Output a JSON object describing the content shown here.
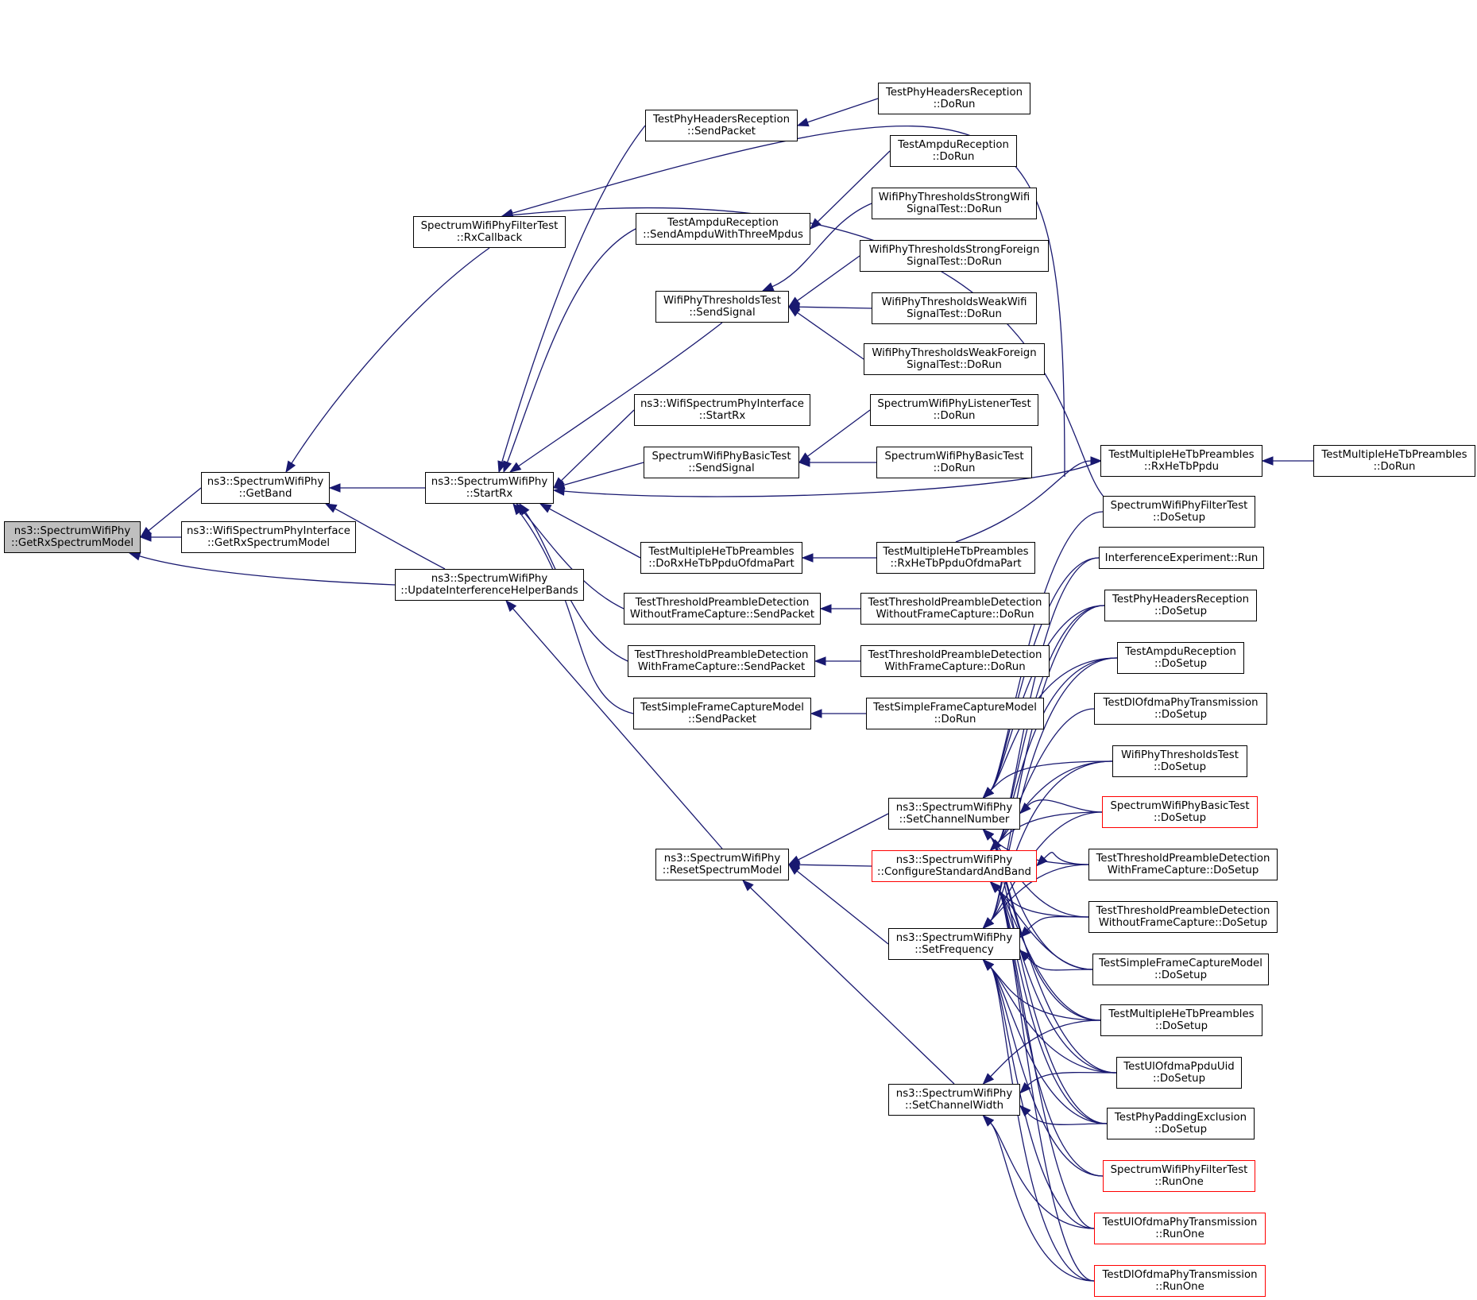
{
  "colors": {
    "edge": "#191970",
    "border": "#000000",
    "incomplete_border": "#ff0000",
    "root_fill": "#bfbfbf"
  },
  "nodes": {
    "root": {
      "lines": [
        "ns3::SpectrumWifiPhy",
        "::GetRxSpectrumModel"
      ]
    },
    "getband": {
      "lines": [
        "ns3::SpectrumWifiPhy",
        "::GetBand"
      ]
    },
    "ifgetrx": {
      "lines": [
        "ns3::WifiSpectrumPhyInterface",
        "::GetRxSpectrumModel"
      ]
    },
    "updbands": {
      "lines": [
        "ns3::SpectrumWifiPhy",
        "::UpdateInterferenceHelperBands"
      ]
    },
    "filtercb": {
      "lines": [
        "SpectrumWifiPhyFilterTest",
        "::RxCallback"
      ]
    },
    "startrx": {
      "lines": [
        "ns3::SpectrumWifiPhy",
        "::StartRx"
      ]
    },
    "resetsm": {
      "lines": [
        "ns3::SpectrumWifiPhy",
        "::ResetSpectrumModel"
      ]
    },
    "hdrsend": {
      "lines": [
        "TestPhyHeadersReception",
        "::SendPacket"
      ]
    },
    "ampdusend": {
      "lines": [
        "TestAmpduReception",
        "::SendAmpduWithThreeMpdus"
      ]
    },
    "thrsend": {
      "lines": [
        "WifiPhyThresholdsTest",
        "::SendSignal"
      ]
    },
    "ifstartrx": {
      "lines": [
        "ns3::WifiSpectrumPhyInterface",
        "::StartRx"
      ]
    },
    "basicsend": {
      "lines": [
        "SpectrumWifiPhyBasicTest",
        "::SendSignal"
      ]
    },
    "doRxHeTb": {
      "lines": [
        "TestMultipleHeTbPreambles",
        "::DoRxHeTbPpduOfdmaPart"
      ]
    },
    "tpdwo": {
      "lines": [
        "TestThresholdPreambleDetection",
        "WithoutFrameCapture::SendPacket"
      ]
    },
    "tpdw": {
      "lines": [
        "TestThresholdPreambleDetection",
        "WithFrameCapture::SendPacket"
      ]
    },
    "sfcsend": {
      "lines": [
        "TestSimpleFrameCaptureModel",
        "::SendPacket"
      ]
    },
    "hdrrun": {
      "lines": [
        "TestPhyHeadersReception",
        "::DoRun"
      ]
    },
    "ampdurun": {
      "lines": [
        "TestAmpduReception",
        "::DoRun"
      ]
    },
    "strongwifi": {
      "lines": [
        "WifiPhyThresholdsStrongWifi",
        "SignalTest::DoRun"
      ]
    },
    "strongforeign": {
      "lines": [
        "WifiPhyThresholdsStrongForeign",
        "SignalTest::DoRun"
      ]
    },
    "weakwifi": {
      "lines": [
        "WifiPhyThresholdsWeakWifi",
        "SignalTest::DoRun"
      ]
    },
    "weakforeign": {
      "lines": [
        "WifiPhyThresholdsWeakForeign",
        "SignalTest::DoRun"
      ]
    },
    "listenerrun": {
      "lines": [
        "SpectrumWifiPhyListenerTest",
        "::DoRun"
      ]
    },
    "basicrun": {
      "lines": [
        "SpectrumWifiPhyBasicTest",
        "::DoRun"
      ]
    },
    "rxHeTbOfdma": {
      "lines": [
        "TestMultipleHeTbPreambles",
        "::RxHeTbPpduOfdmaPart"
      ]
    },
    "tpdworun": {
      "lines": [
        "TestThresholdPreambleDetection",
        "WithoutFrameCapture::DoRun"
      ]
    },
    "tpdwrun": {
      "lines": [
        "TestThresholdPreambleDetection",
        "WithFrameCapture::DoRun"
      ]
    },
    "sfcrun": {
      "lines": [
        "TestSimpleFrameCaptureModel",
        "::DoRun"
      ]
    },
    "setchnum": {
      "lines": [
        "ns3::SpectrumWifiPhy",
        "::SetChannelNumber"
      ]
    },
    "configstd": {
      "lines": [
        "ns3::SpectrumWifiPhy",
        "::ConfigureStandardAndBand"
      ]
    },
    "setfreq": {
      "lines": [
        "ns3::SpectrumWifiPhy",
        "::SetFrequency"
      ]
    },
    "setchw": {
      "lines": [
        "ns3::SpectrumWifiPhy",
        "::SetChannelWidth"
      ]
    },
    "rxHeTbPpdu": {
      "lines": [
        "TestMultipleHeTbPreambles",
        "::RxHeTbPpdu"
      ]
    },
    "mhtbrun": {
      "lines": [
        "TestMultipleHeTbPreambles",
        "::DoRun"
      ]
    },
    "filtersetup": {
      "lines": [
        "SpectrumWifiPhyFilterTest",
        "::DoSetup"
      ]
    },
    "interfrun": {
      "lines": [
        "InterferenceExperiment::Run"
      ]
    },
    "hdrsetup": {
      "lines": [
        "TestPhyHeadersReception",
        "::DoSetup"
      ]
    },
    "ampdusetup": {
      "lines": [
        "TestAmpduReception",
        "::DoSetup"
      ]
    },
    "dlofdmasetup": {
      "lines": [
        "TestDlOfdmaPhyTransmission",
        "::DoSetup"
      ]
    },
    "thrsetup": {
      "lines": [
        "WifiPhyThresholdsTest",
        "::DoSetup"
      ]
    },
    "basicsetup": {
      "lines": [
        "SpectrumWifiPhyBasicTest",
        "::DoSetup"
      ]
    },
    "tpdwsetup": {
      "lines": [
        "TestThresholdPreambleDetection",
        "WithFrameCapture::DoSetup"
      ]
    },
    "tpdwosetup": {
      "lines": [
        "TestThresholdPreambleDetection",
        "WithoutFrameCapture::DoSetup"
      ]
    },
    "sfcsetup": {
      "lines": [
        "TestSimpleFrameCaptureModel",
        "::DoSetup"
      ]
    },
    "mhtbsetup": {
      "lines": [
        "TestMultipleHeTbPreambles",
        "::DoSetup"
      ]
    },
    "ulppdusetup": {
      "lines": [
        "TestUlOfdmaPpduUid",
        "::DoSetup"
      ]
    },
    "paddingsetup": {
      "lines": [
        "TestPhyPaddingExclusion",
        "::DoSetup"
      ]
    },
    "filterrunone": {
      "lines": [
        "SpectrumWifiPhyFilterTest",
        "::RunOne"
      ]
    },
    "ulofdmarun": {
      "lines": [
        "TestUlOfdmaPhyTransmission",
        "::RunOne"
      ]
    },
    "dlofdmarun": {
      "lines": [
        "TestDlOfdmaPhyTransmission",
        "::RunOne"
      ]
    }
  }
}
